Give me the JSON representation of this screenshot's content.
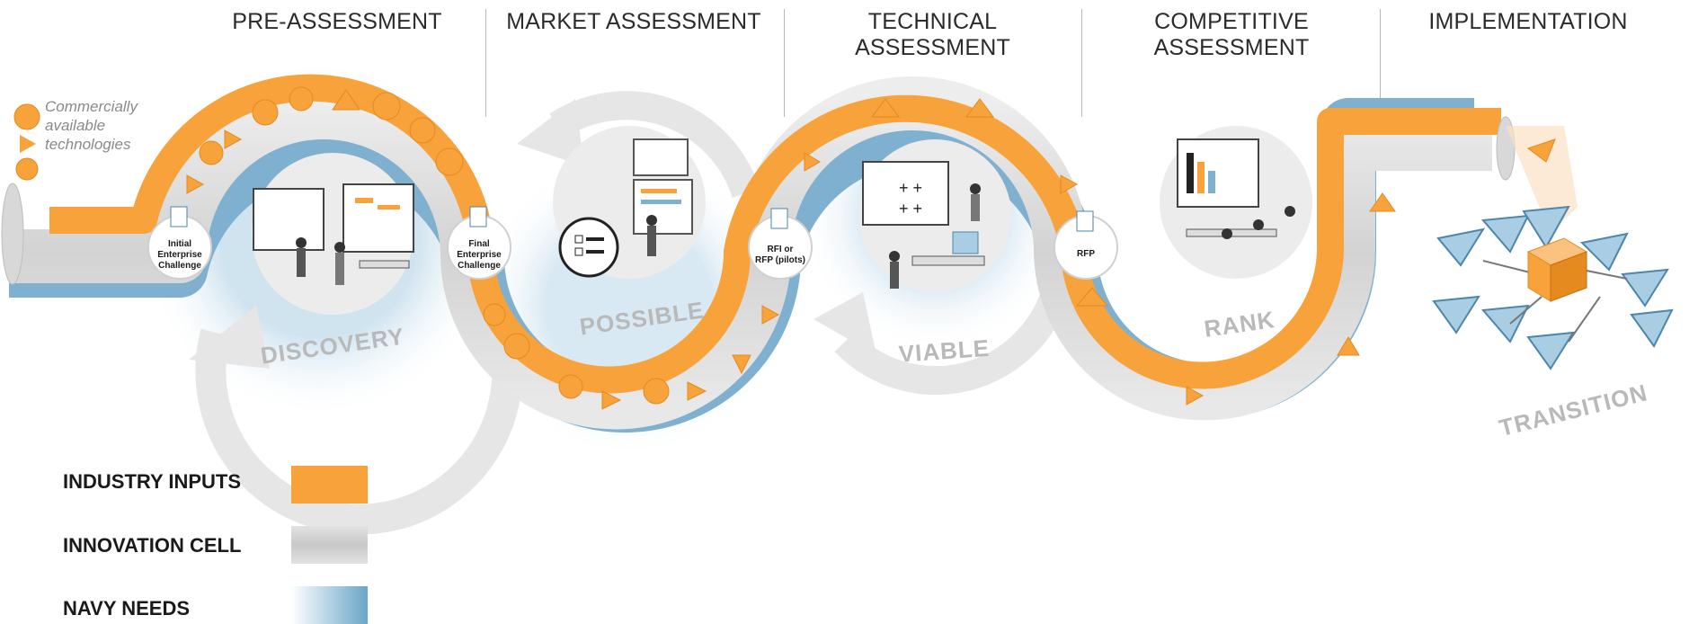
{
  "phases": [
    {
      "name": "PRE-ASSESSMENT"
    },
    {
      "name": "MARKET ASSESSMENT"
    },
    {
      "name": "TECHNICAL ASSESSMENT"
    },
    {
      "name": "COMPETITIVE ASSESSMENT"
    },
    {
      "name": "IMPLEMENTATION"
    }
  ],
  "stages": [
    "DISCOVERY",
    "POSSIBLE",
    "VIABLE",
    "RANK",
    "TRANSITION"
  ],
  "nodes": [
    {
      "lines": [
        "Initial",
        "Enterprise",
        "Challenge"
      ]
    },
    {
      "lines": [
        "Final",
        "Enterprise",
        "Challenge"
      ]
    },
    {
      "lines": [
        "RFI or",
        "RFP (pilots)"
      ]
    },
    {
      "lines": [
        "RFP"
      ]
    }
  ],
  "commercial_note": {
    "lines": [
      "Commercially",
      "available",
      "technologies"
    ]
  },
  "legend": [
    {
      "label": "INDUSTRY INPUTS",
      "color": "#f7a23a"
    },
    {
      "label": "INNOVATION CELL",
      "color": "#d4d4d4"
    },
    {
      "label": "NAVY NEEDS",
      "color": "#7fb0cf"
    }
  ],
  "colors": {
    "orange": "#f7a23a",
    "gray": "#d4d4d4",
    "blue": "#7fb0cf",
    "stage_text": "#b9b9b9"
  }
}
